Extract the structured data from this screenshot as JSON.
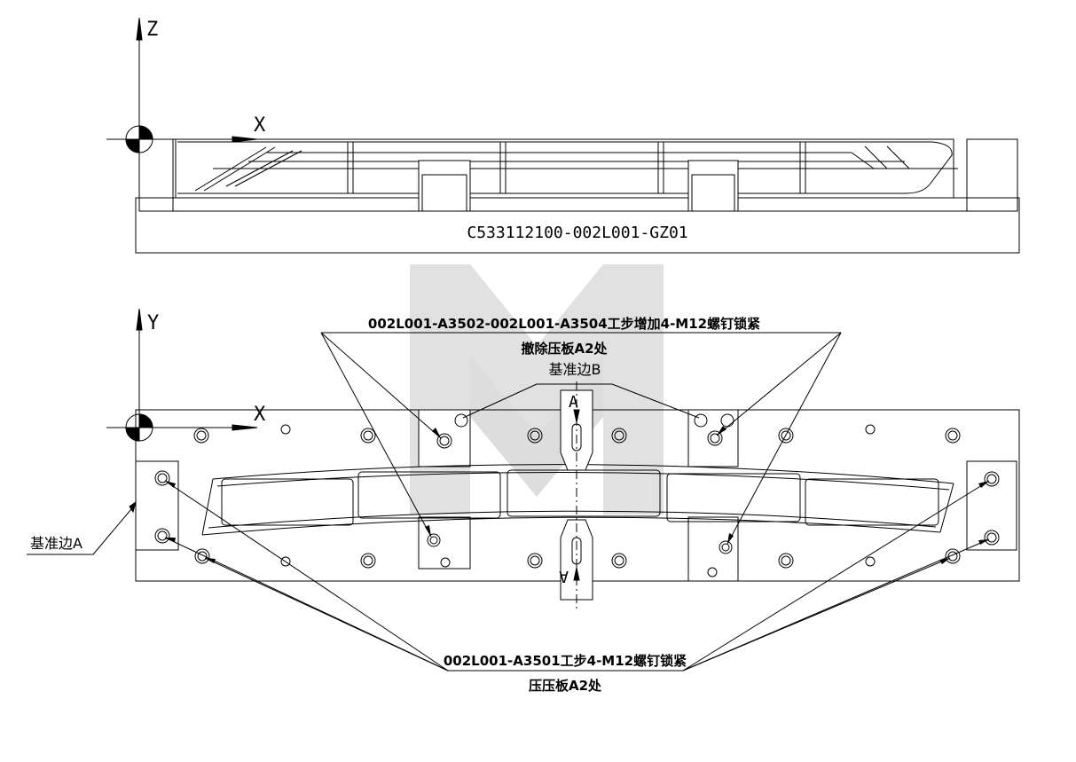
{
  "axes": {
    "z": "Z",
    "x": "X",
    "y": "Y"
  },
  "drawing_code": "C533112100-002L001-GZ01",
  "note_top": {
    "line1": "002L001-A3502-002L001-A3504工步增加4-M12螺钉锁紧",
    "line2": "撤除压板A2处"
  },
  "note_bottom": {
    "line1": "002L001-A3501工步4-M12螺钉锁紧",
    "line2": "压压板A2处"
  },
  "datum_a": "基准边A",
  "datum_b": "基准边B",
  "section_mark": "A",
  "colors": {
    "line": "#000000",
    "watermark": "#d9d9d9"
  }
}
